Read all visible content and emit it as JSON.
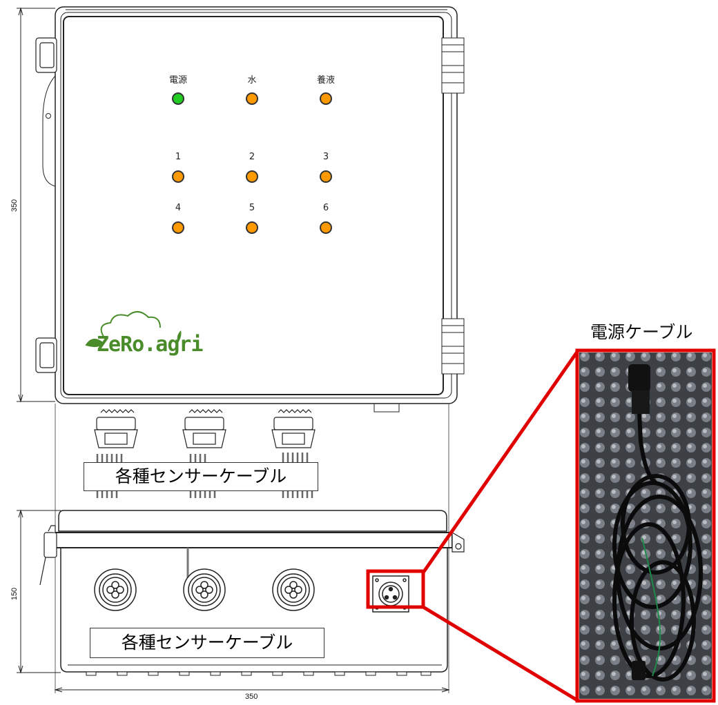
{
  "top_panel": {
    "status_labels": [
      "電源",
      "水",
      "養液"
    ],
    "channel_labels": [
      "1",
      "2",
      "3",
      "4",
      "5",
      "6"
    ],
    "logo_text": "ZeRo.agri",
    "led_colors": {
      "power": "#22cc22",
      "indicator": "#ff9900"
    }
  },
  "dimensions": {
    "top_height": "350",
    "bottom_height": "150",
    "width": "350"
  },
  "cable_label_upper": "各種センサーケーブル",
  "cable_label_lower": "各種センサーケーブル",
  "power_cable_label": "電源ケーブル",
  "highlight_color": "#e00000"
}
